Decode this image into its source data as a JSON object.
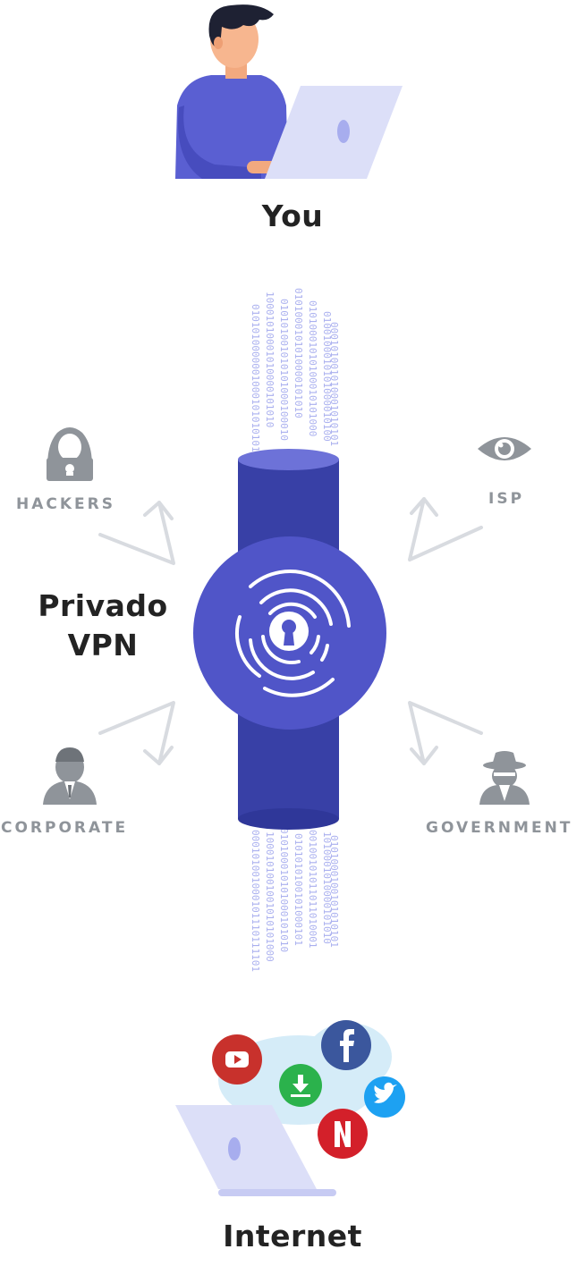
{
  "labels": {
    "you": "You",
    "internet": "Internet",
    "vpn_line1": "Privado",
    "vpn_line2": "VPN",
    "hackers": "HACKERS",
    "isp": "ISP",
    "corporate": "CORPORATE",
    "government": "GOVERNMENT"
  },
  "binary_top": [
    "0101010000001000101010101",
    "10001010001010000101010",
    "010101001010101000100010",
    "0101000101010000101010",
    "01010001010100010101000",
    "0100100010101000010100",
    "000101001010001010101"
  ],
  "binary_bottom": [
    "000101001000101110111101",
    "1000101001001010101000",
    "010100010101000101010",
    "0101010100101000101",
    "00100101011011010001",
    "1010001010000101010",
    "0101000100101010101"
  ],
  "icons": {
    "youtube": "youtube-icon",
    "facebook": "facebook-icon",
    "download": "download-icon",
    "twitter": "twitter-icon",
    "netflix": "netflix-icon"
  },
  "colors": {
    "indigo": "#5055c8",
    "cylinder": "#3840a6",
    "youtube": "#c8312c",
    "facebook": "#3b579d",
    "download": "#2bb24c",
    "twitter": "#1da1f2",
    "netflix": "#d3202a",
    "threat_gray": "#8f949a",
    "laptop": "#dcdff8"
  }
}
